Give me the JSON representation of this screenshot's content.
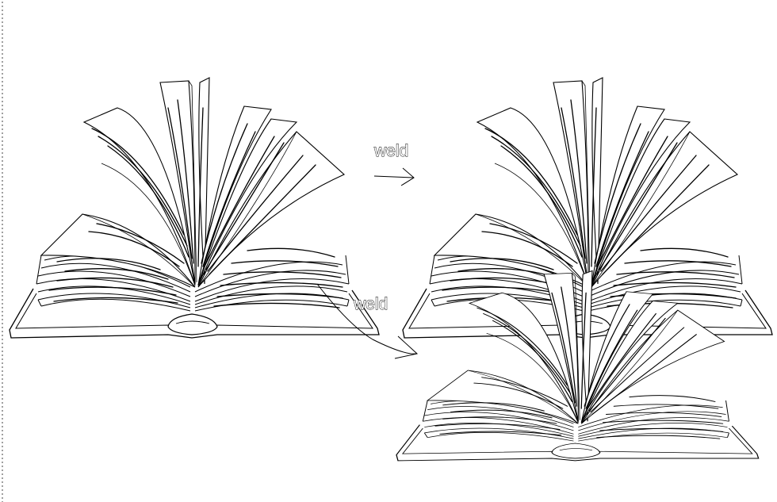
{
  "arrows": [
    {
      "label": "weld"
    },
    {
      "label": "weld"
    }
  ],
  "books": [
    {
      "role": "original"
    },
    {
      "role": "welded-result-top"
    },
    {
      "role": "welded-result-bottom"
    }
  ],
  "colors": {
    "line": "#000000",
    "fill": "#ffffff",
    "ruler_tick": "#a0a0a0"
  }
}
